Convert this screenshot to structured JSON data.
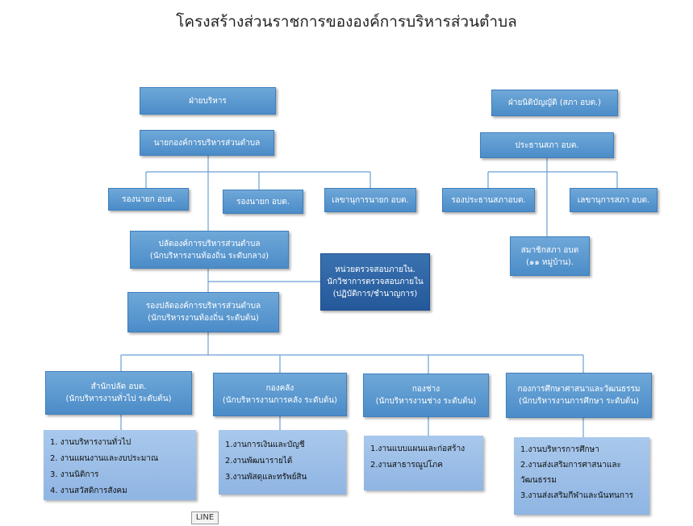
{
  "title": "โครงสร้างส่วนราชการขององค์การบริหารส่วนตำบล",
  "executive": "ฝ่ายบริหาร",
  "legislative": "ฝ่ายนิติบัญญัติ (สภา อบต.)",
  "mayor": "นายกองค์การบริหารส่วนตำบล",
  "deputy_mayor_1": "รองนายก อบต.",
  "deputy_mayor_2": "รองนายก อบต.",
  "mayor_secretary": "เลขานุการนายก อบต.",
  "council_chair": "ประธานสภา อบต.",
  "council_vice": "รองประธานสภาอบต.",
  "council_secretary": "เลขานุการสภา อบต.",
  "council_members": {
    "line1": "สมาชิกสภา อบต",
    "line2": "(๑๑ หมู่บ้าน)."
  },
  "clerk": {
    "line1": "ปลัดองค์การบริหารส่วนตำบล",
    "line2": "(นักบริหารงานท้องถิ่น ระดับกลาง)"
  },
  "audit": {
    "line1": "หน่วยตรวจสอบภายใน.",
    "line2": "นักวิชาการตรวจสอบภายใน",
    "line3": "(ปฏิบัติการ/ชำนาญการ)"
  },
  "deputy_clerk": {
    "line1": "รองปลัดองค์การบริหารส่วนตำบล",
    "line2": "(นักบริหารงานท้องถิ่น ระดับต้น)"
  },
  "departments": [
    {
      "line1": "สำนักปลัด อบต.",
      "line2": "(นักบริหารงานทั่วไป  ระดับต้น)"
    },
    {
      "line1": "กองคลัง",
      "line2": "(นักบริหารงานการคลัง ระดับต้น)"
    },
    {
      "line1": "กองช่าง",
      "line2": "(นักบริหารงานช่าง  ระดับต้น)"
    },
    {
      "line1": "กองการศึกษาศาสนาและวัฒนธรรม",
      "line2": "(นักบริหารงานการศึกษา ระดับต้น)"
    }
  ],
  "duties": [
    [
      "1. งานบริหารงานทั่วไป",
      "2. งานแผนงานและงบประมาณ",
      "3. งานนิติการ",
      "4. งานสวัสดิการสังคม"
    ],
    [
      "1.งานการเงินและบัญชี",
      "2.งานพัฒนารายได้",
      "3.งานพัสดุและทรัพย์สิน"
    ],
    [
      "1.งานแบบแผนและก่อสร้าง",
      "2.งานสาธารณูปโภค"
    ],
    [
      "1.งานบริหารการศึกษา",
      "2.งานส่งเสริมการศาสนาและ",
      "วัฒนธรรม",
      "3.งานส่งเสริมกีฬาและนันทนการ"
    ]
  ],
  "line_tag": "LINE",
  "colors": {
    "box_light": "#5b9bd5",
    "box_dark": "#2e64a4",
    "list_bg": "#9dbfe8",
    "connector": "#5b9bd5"
  }
}
